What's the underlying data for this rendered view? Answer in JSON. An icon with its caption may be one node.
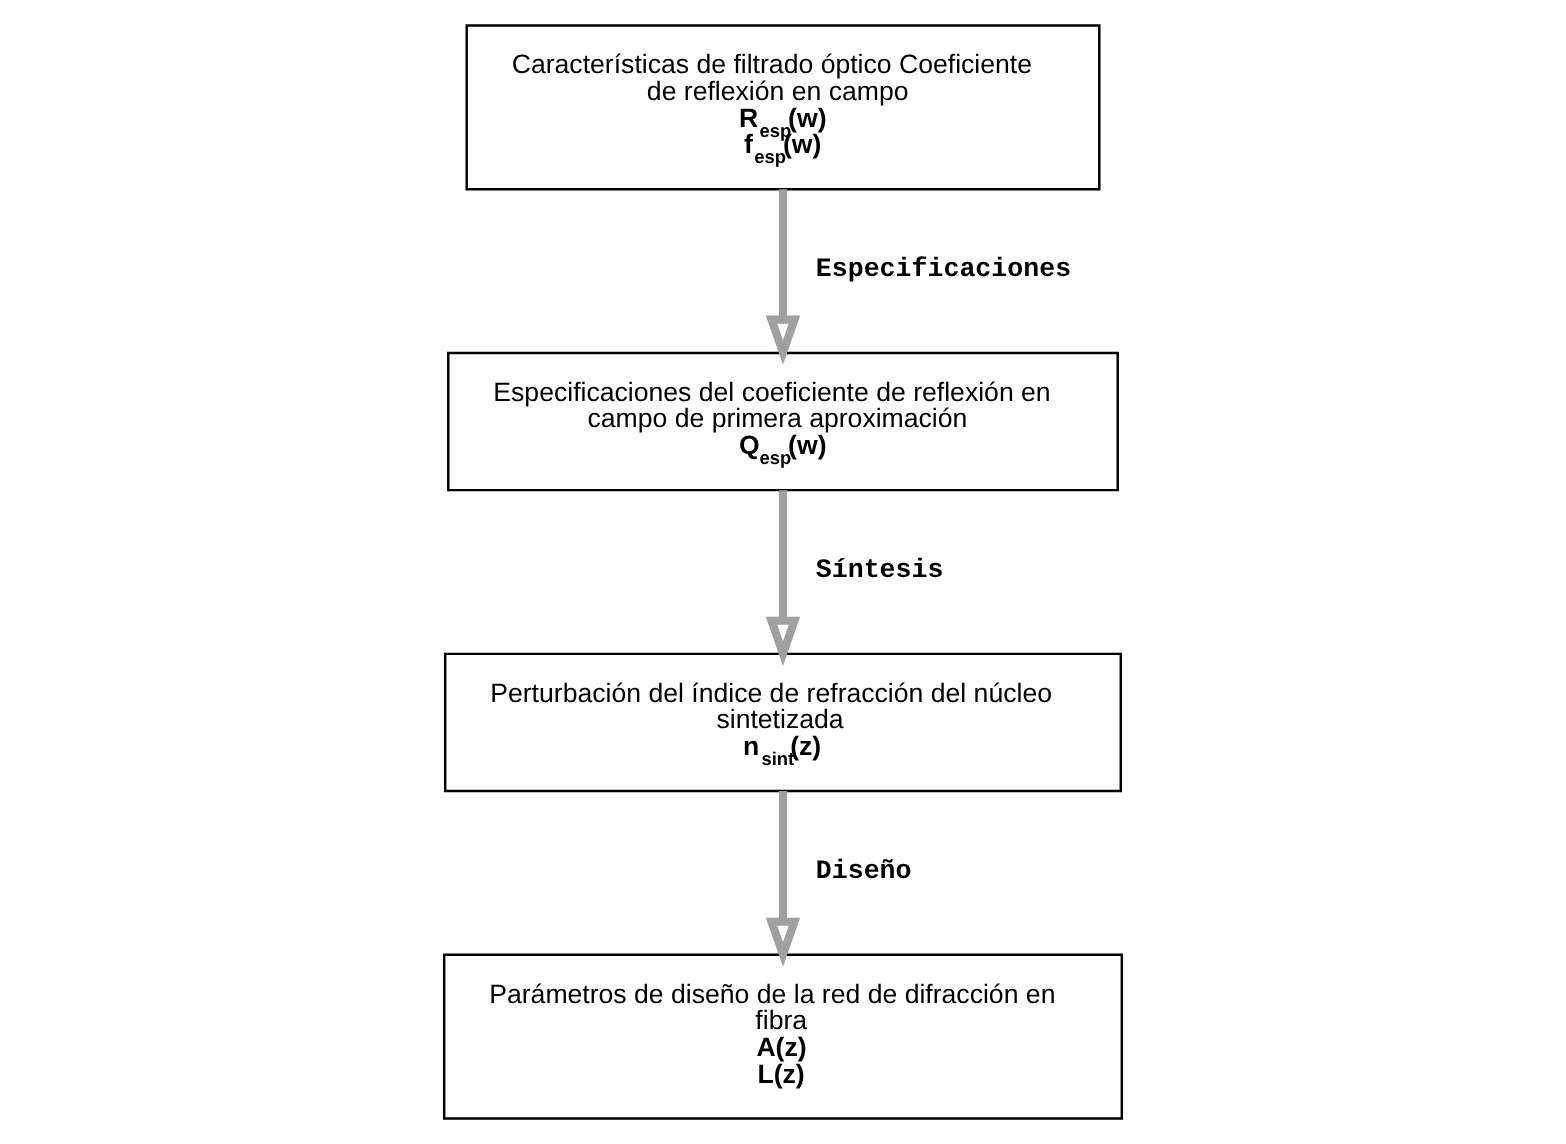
{
  "diagram": {
    "nodes": [
      {
        "text": [
          "Características de filtrado óptico Coeficiente de reflexión en campo",
          "R$_{esp}$(w)",
          "f$_{esp}$(w)"
        ]
      },
      {
        "text": [
          "Especificaciones del coeficiente de reflexión en campo de primera aproximación",
          "Q$_{esp}$(w)"
        ]
      },
      {
        "text": [
          "Perturbación del índice de refracción del núcleo sintetizada",
          "n$_{sint}$(z)"
        ]
      },
      {
        "text": [
          "Parámetros de diseño de la red de difracción en fibra",
          "A(z)",
          "L(z)"
        ]
      }
    ],
    "edges": [
      {
        "from": 0,
        "to": 1,
        "arrow": "to",
        "label": "Especificaciones"
      },
      {
        "from": 1,
        "to": 2,
        "arrow": "to",
        "label": "Síntesis"
      },
      {
        "from": 2,
        "to": 3,
        "arrow": "to",
        "label": "Diseño"
      }
    ]
  }
}
